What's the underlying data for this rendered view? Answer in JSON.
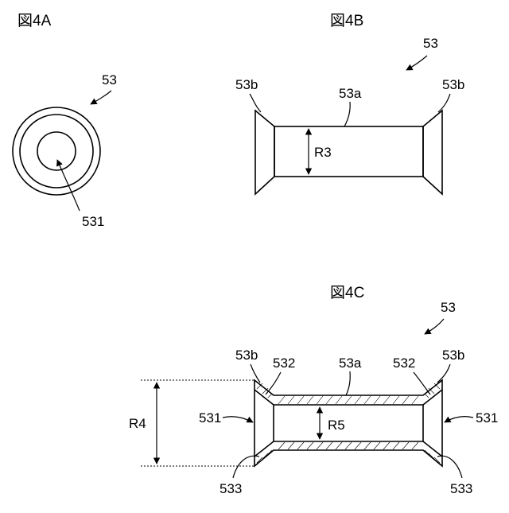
{
  "fig_a": {
    "title": "図4A",
    "labels": {
      "part": "53",
      "center": "531"
    }
  },
  "fig_b": {
    "title": "図4B",
    "labels": {
      "part": "53",
      "body": "53a",
      "flange_left": "53b",
      "flange_right": "53b",
      "radius": "R3"
    }
  },
  "fig_c": {
    "title": "図4C",
    "labels": {
      "part": "53",
      "body": "53a",
      "flange_left": "53b",
      "flange_right": "53b",
      "inner_left": "532",
      "inner_right": "532",
      "side_left": "531",
      "side_right": "531",
      "bottom_left": "533",
      "bottom_right": "533",
      "outer_radius": "R4",
      "inner_radius": "R5"
    }
  }
}
